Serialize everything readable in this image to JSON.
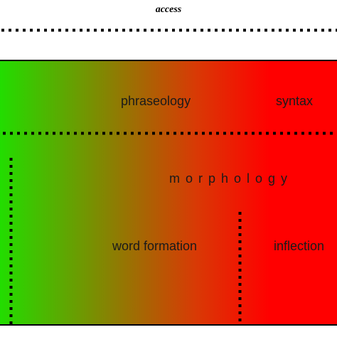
{
  "header": {
    "label": "access"
  },
  "diagram": {
    "gradient": {
      "start_color": "#22dd00",
      "mid_color": "#d83a05",
      "end_color": "#ff0000"
    },
    "line_color": "#000000",
    "labels": {
      "phraseology": "phraseology",
      "syntax": "syntax",
      "morphology": "morphology",
      "word_formation": "word formation",
      "inflection": "inflection"
    }
  }
}
